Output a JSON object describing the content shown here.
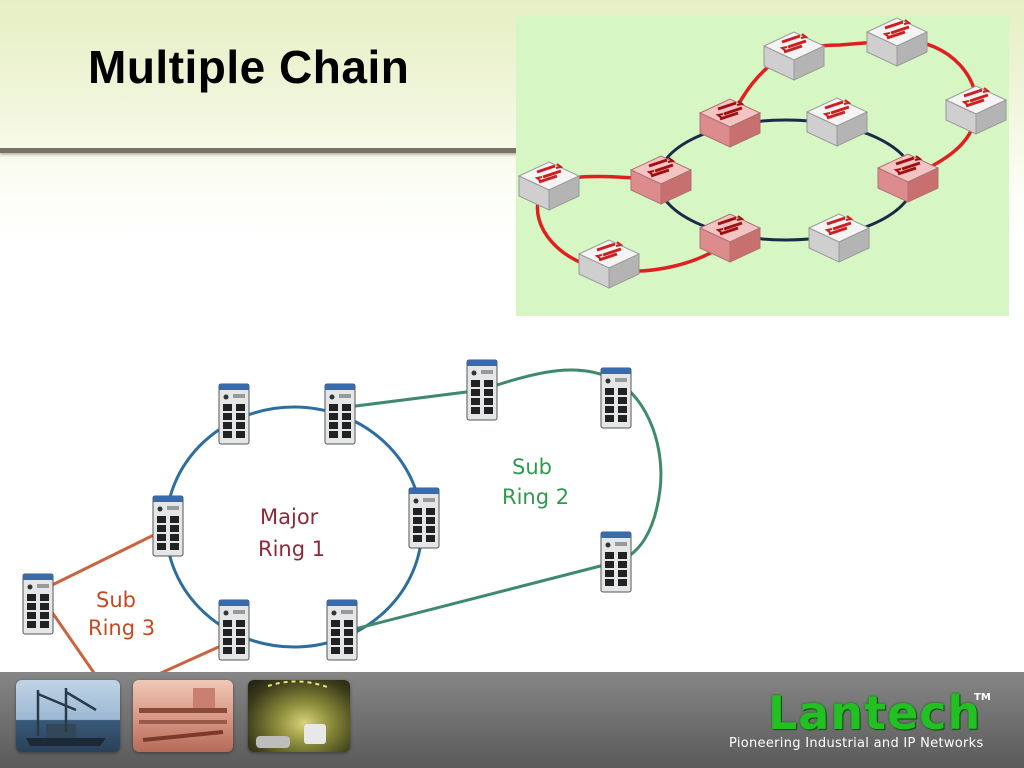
{
  "slide": {
    "title": "Multiple Chain"
  },
  "topology": {
    "rings": [
      {
        "id": "major-ring-1",
        "line1": "Major",
        "line2": "Ring 1",
        "color": "#2e6e9e"
      },
      {
        "id": "sub-ring-2",
        "line1": "Sub",
        "line2": "Ring 2",
        "color": "#3e8a6a"
      },
      {
        "id": "sub-ring-3",
        "line1": "Sub",
        "line2": "Ring 3",
        "color": "#c8643e"
      }
    ],
    "label_colors": {
      "major": "#8c2a3a",
      "sub_ring_2": "#2e9a4e",
      "sub_ring_3": "#c44a1e"
    },
    "inset": {
      "background": "#d6f7c3",
      "outer_ring_color": "#e02020",
      "inner_ring_color": "#1a2a4a",
      "icon": "industrial-switch-icon"
    },
    "switch_icon": "din-rail-switch-icon"
  },
  "footer": {
    "logo": "Lantech",
    "trademark": "TM",
    "tagline": "Pioneering Industrial and IP Networks",
    "photos": [
      "harbor-photo",
      "factory-photo",
      "tunnel-photo"
    ]
  }
}
